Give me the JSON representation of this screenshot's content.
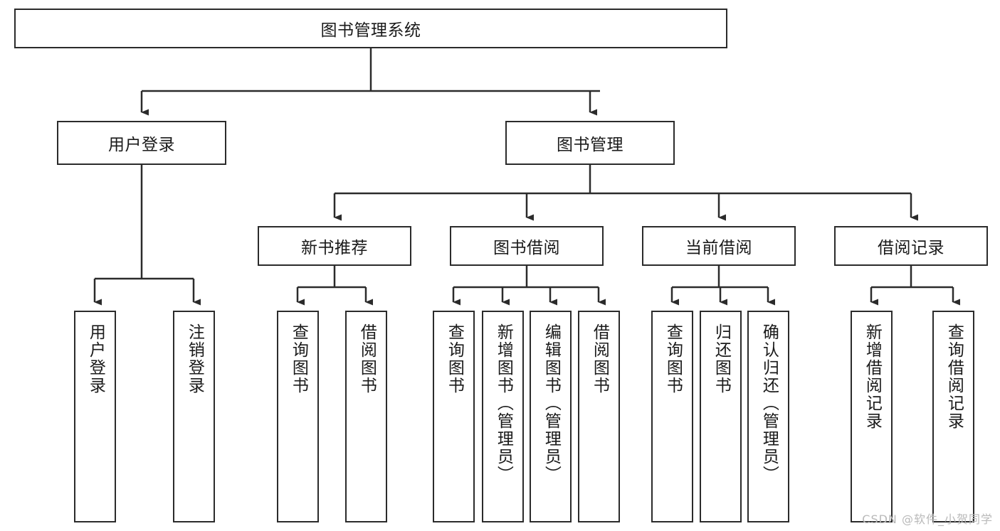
{
  "diagram": {
    "title": "图书管理系统",
    "type": "tree-hierarchy-chart",
    "root": {
      "label": "图书管理系统"
    },
    "level1": [
      {
        "label": "用户登录"
      },
      {
        "label": "图书管理"
      }
    ],
    "level2": [
      {
        "label": "新书推荐"
      },
      {
        "label": "图书借阅"
      },
      {
        "label": "当前借阅"
      },
      {
        "label": "借阅记录"
      }
    ],
    "leaves": [
      {
        "label": "用户登录"
      },
      {
        "label": "注销登录"
      },
      {
        "label": "查询图书"
      },
      {
        "label": "借阅图书"
      },
      {
        "label": "查询图书"
      },
      {
        "label": "新增图书（管理员）"
      },
      {
        "label": "编辑图书（管理员）"
      },
      {
        "label": "借阅图书"
      },
      {
        "label": "查询图书"
      },
      {
        "label": "归还图书"
      },
      {
        "label": "确认归还（管理员）"
      },
      {
        "label": "新增借阅记录"
      },
      {
        "label": "查询借阅记录"
      }
    ],
    "colors": {
      "box_border": "#2b2b2b",
      "box_fill": "#ffffff",
      "connector": "#2b2b2b",
      "text": "#1a1a1a",
      "watermark": "#b9b9b9",
      "background": "#ffffff"
    }
  },
  "watermark": {
    "text": "CSDN @软件_小贺同学"
  }
}
